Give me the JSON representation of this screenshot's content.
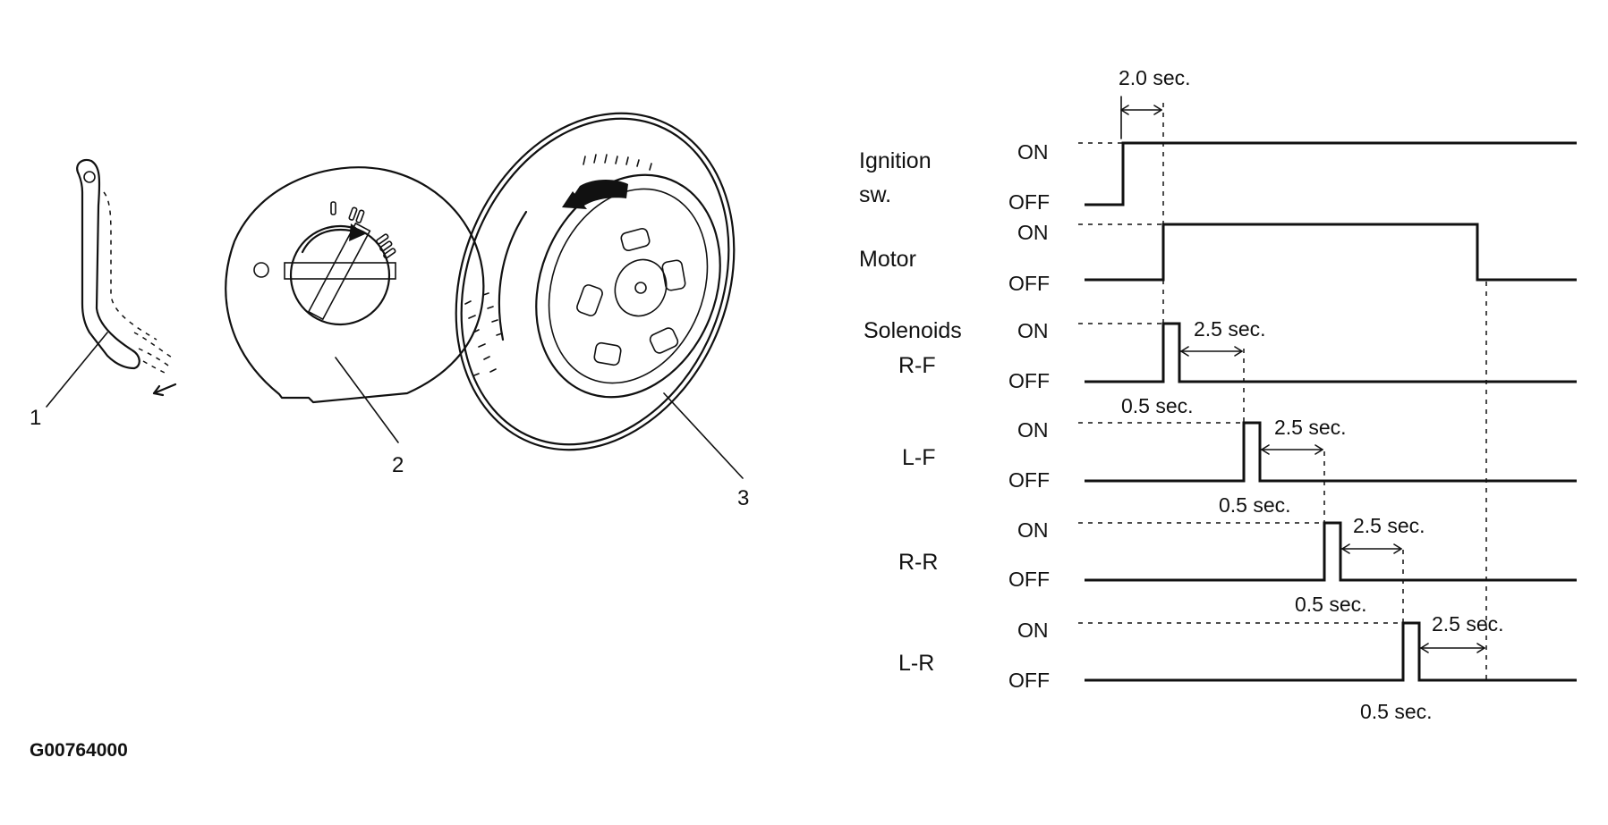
{
  "illustration": {
    "callouts": [
      {
        "id": "1",
        "label": "1"
      },
      {
        "id": "2",
        "label": "2"
      },
      {
        "id": "3",
        "label": "3"
      }
    ],
    "dial_marks": [
      "I",
      "II",
      "III"
    ]
  },
  "timing": {
    "state_on": "ON",
    "state_off": "OFF",
    "rows": [
      {
        "id": "ignition",
        "label_lines": [
          "Ignition",
          "sw."
        ]
      },
      {
        "id": "motor",
        "label_lines": [
          "Motor"
        ]
      },
      {
        "id": "rf",
        "label_lines": [
          "Solenoids",
          "R-F"
        ]
      },
      {
        "id": "lf",
        "label_lines": [
          "L-F"
        ]
      },
      {
        "id": "rr",
        "label_lines": [
          "R-R"
        ]
      },
      {
        "id": "lr",
        "label_lines": [
          "L-R"
        ]
      }
    ],
    "annotations": {
      "ign_delay": "2.0 sec.",
      "rf_pulse": "0.5 sec.",
      "rf_gap": "2.5 sec.",
      "lf_pulse": "0.5 sec.",
      "lf_gap": "2.5 sec.",
      "rr_pulse": "0.5 sec.",
      "rr_gap": "2.5 sec.",
      "lr_pulse": "0.5 sec.",
      "lr_gap": "2.5 sec."
    }
  },
  "figure_code": "G00764000"
}
